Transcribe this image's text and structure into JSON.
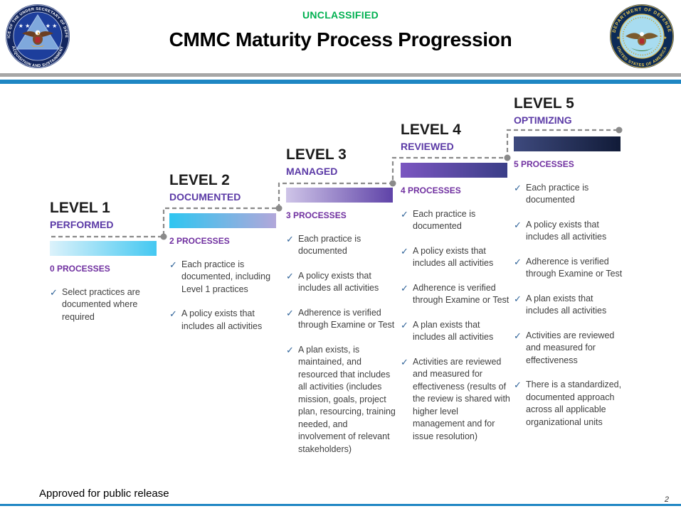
{
  "header": {
    "classification": "UNCLASSIFIED",
    "title": "CMMC Maturity Process Progression",
    "left_seal": {
      "top_text": "OFFICE OF THE UNDER SECRETARY OF DEFENSE",
      "bottom_text": "ACQUISITION AND SUSTAINMENT"
    },
    "right_seal": {
      "top_text": "DEPARTMENT OF DEFENSE",
      "bottom_text": "UNITED STATES OF AMERICA"
    }
  },
  "icons": {
    "check": "✓",
    "stars_pair": "★ ★",
    "star": "★"
  },
  "colors": {
    "classification_green": "#00b050",
    "header_rule_gray": "#a6a6a6",
    "header_rule_blue": "#1e86c3",
    "level_subtitle_purple": "#5b3aa6",
    "processes_purple": "#7030a0",
    "body_text": "#3f3f3f",
    "check_blue": "#2f6399",
    "dashed_line_gray": "#8a8a8a"
  },
  "levels": [
    {
      "name": "LEVEL 1",
      "subtitle": "PERFORMED",
      "processes": "0 PROCESSES",
      "bar_colors": [
        "#dcf2fb",
        "#44c8f1"
      ],
      "bullets": [
        "Select practices are documented where required"
      ]
    },
    {
      "name": "LEVEL 2",
      "subtitle": "DOCUMENTED",
      "processes": "2 PROCESSES",
      "bar_colors": [
        "#2ec6f1",
        "#b2a7da"
      ],
      "bullets": [
        "Each practice is documented, including Level 1 practices",
        "A policy exists that includes all activities"
      ]
    },
    {
      "name": "LEVEL 3",
      "subtitle": "MANAGED",
      "processes": "3 PROCESSES",
      "bar_colors": [
        "#cfc5e8",
        "#5f43a8"
      ],
      "bullets": [
        "Each practice is documented",
        "A policy exists that includes all activities",
        "Adherence is verified through Examine or Test",
        "A plan exists, is maintained, and resourced that includes all activities (includes mission, goals, project plan, resourcing, training needed, and involvement of relevant stakeholders)"
      ]
    },
    {
      "name": "LEVEL 4",
      "subtitle": "REVIEWED",
      "processes": "4 PROCESSES",
      "bar_colors": [
        "#7b56c1",
        "#3a3e87"
      ],
      "bullets": [
        "Each practice is documented",
        "A policy exists that includes all activities",
        "Adherence is verified through Examine or Test",
        "A plan exists that includes all activities",
        "Activities are reviewed and measured for effectiveness (results of the review is shared with higher level management and for issue resolution)"
      ]
    },
    {
      "name": "LEVEL 5",
      "subtitle": "OPTIMIZING",
      "processes": "5 PROCESSES",
      "bar_colors": [
        "#3e4a7e",
        "#111b38"
      ],
      "bullets": [
        "Each practice is documented",
        "A policy exists that includes all activities",
        "Adherence is verified through Examine or Test",
        "A plan exists that includes all activities",
        "Activities are reviewed and measured for effectiveness",
        "There is a standardized, documented approach across all applicable organizational units"
      ]
    }
  ],
  "footer": {
    "approval": "Approved for public release",
    "page_number": "2"
  }
}
